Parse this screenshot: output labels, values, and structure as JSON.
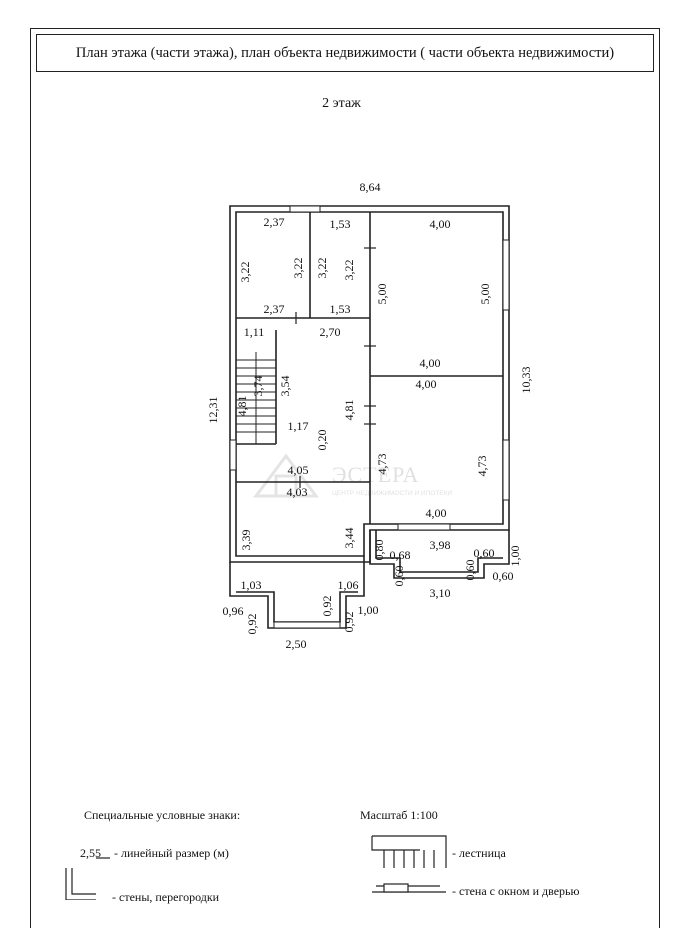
{
  "header": {
    "title": "План этажа (части этажа), план объекта недвижимости ( части объекта недвижимости)"
  },
  "floor_label": "2 этаж",
  "dimensions": {
    "overall_width": "8,64",
    "overall_depth": "10,33",
    "left_height": "12,31",
    "room1_top": "2,37",
    "room1_bottom": "2,37",
    "room1_left": "3,22",
    "room1_right": "3,22",
    "room2_top": "1,53",
    "room2_bottom": "1,53",
    "room2_left": "3,22",
    "room2_right": "3,22",
    "room3_top": "4,00",
    "room3_bottom": "4,00",
    "room3_left": "5,00",
    "room3_right": "5,00",
    "room4_top": "4,00",
    "room4_bottom": "4,00",
    "room4_left": "4,73",
    "room4_right": "4,73",
    "hall_small": "1,11",
    "hall_top": "2,70",
    "stair_a": "4,81",
    "stair_b": "3,74",
    "hall_left": "3,54",
    "hall_right": "4,81",
    "hall_inner": "1,17",
    "hall_gap": "0,20",
    "hall_bottom": "4,05",
    "room5_top": "4,03",
    "room5_left": "3,39",
    "room5_right": "3,44",
    "bay_left": "1,03",
    "bay_right": "1,06",
    "bay_depth_left": "0,92",
    "bay_depth_right": "0,92",
    "bay_depth_r2": "0,92",
    "bay_offset_left": "0,96",
    "bay_width": "2,50",
    "bay_offset_right": "1,00",
    "balcony_080": "0,80",
    "balcony_068": "0,68",
    "balcony_398": "3,98",
    "balcony_060a": "0,60",
    "balcony_100": "1,00",
    "balcony_060b": "0,60",
    "balcony_060c": "0,60",
    "balcony_060d": "0,60",
    "balcony_width": "3,10"
  },
  "watermark": {
    "title": "ЭСТЕРА",
    "subtitle": "ЦЕНТР НЕДВИЖИМОСТИ И ИПОТЕКИ"
  },
  "legend": {
    "title": "Специальные условные знаки:",
    "scale": "Масштаб 1:100",
    "dim_value": "2,55",
    "dim_text": "- линейный размер (м)",
    "stair_text": "- лестница",
    "walls_text": "- стены, перегородки",
    "window_text": "- стена с окном и дверью"
  },
  "colors": {
    "line": "#222222",
    "background": "#ffffff"
  }
}
